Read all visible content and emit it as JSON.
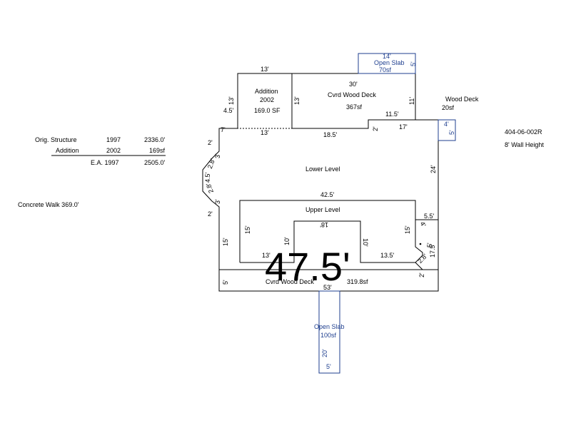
{
  "parcel_id": "404-06-002R",
  "wall_height": "8' Wall Height",
  "concrete_walk": "Concrete Walk 369.0'",
  "summary": {
    "orig_structure_label": "Orig. Structure",
    "orig_structure_year": "1997",
    "orig_structure_value": "2336.0'",
    "addition_label": "Addition",
    "addition_year": "2002",
    "addition_value": "169sf",
    "ea_label": "E.A. 1997",
    "ea_value": "2505.0'"
  },
  "open_slab_top": {
    "width": "14'",
    "label": "Open Slab",
    "area": "70sf",
    "depth": "5'"
  },
  "addition": {
    "top": "13'",
    "label": "Addition",
    "year": "2002",
    "area": "169.0 SF",
    "left_dim": "13'",
    "bottom_dim": "13'",
    "right_dim": "13'"
  },
  "cvrd_deck_top": {
    "top": "30'",
    "label": "Cvrd Wood Deck",
    "area": "367sf",
    "right_dim": "11'",
    "bottom_right": "11.5'",
    "bottom": "18.5'"
  },
  "wood_deck": {
    "label": "Wood Deck",
    "area": "20sf",
    "width": "4'",
    "depth": "5'"
  },
  "lower_level": {
    "label": "Lower Level",
    "right_dim": "24'",
    "step_17": "17'",
    "step_2": "2'"
  },
  "upper_level": {
    "label": "Upper Level",
    "top": "42.5'",
    "left": "15'",
    "right": "15'",
    "notch_top": "18'",
    "notch_left": "10'",
    "notch_right": "10'",
    "bottom_left": "13'",
    "bottom_right": "13.5'"
  },
  "left_wall": {
    "d_4_5": "4.5'",
    "d_7": "7'",
    "d_2a": "2'",
    "d_3a": "3'",
    "d_2_8a": "2.8'",
    "d_4_5b": "4.5'",
    "d_2_8b": "2.8'",
    "d_3b": "3'",
    "d_2b": "2'",
    "d_15": "15'",
    "d_5": "5'"
  },
  "right_wall": {
    "d_5_5": "5.5'",
    "d_4": "4'",
    "d_5": "5'",
    "d_2_8": "2.8'",
    "d_17_5": "17.5'",
    "d_2": "2'"
  },
  "bottom_deck": {
    "label": "Cvrd Wood Deck",
    "area": "319.8sf",
    "width": "53'"
  },
  "big_dimension": "47.5'",
  "open_slab_bottom": {
    "label": "Open Slab",
    "area": "100sf",
    "depth": "20'",
    "width": "5'"
  }
}
